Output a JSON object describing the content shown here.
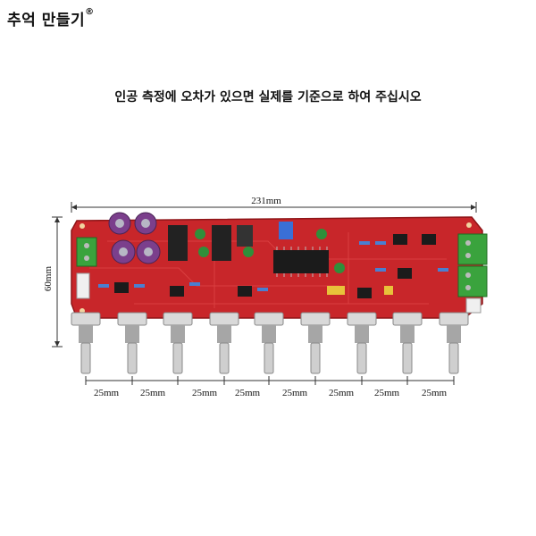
{
  "brand": {
    "name": "추억 만들기",
    "mark": "®"
  },
  "notice": "인공 측정에 오차가 있으면 실제를 기준으로 하여 주십시오",
  "dimensions": {
    "width": "231mm",
    "height": "60mm",
    "spacing": [
      "25mm",
      "25mm",
      "25mm",
      "25mm",
      "25mm",
      "25mm",
      "25mm",
      "25mm"
    ]
  },
  "colors": {
    "pcb": "#c8262a",
    "pcb_dark": "#8e1518",
    "terminal": "#3aa33d",
    "ic": "#1b1b1b",
    "knob": "#cfcfcf"
  }
}
